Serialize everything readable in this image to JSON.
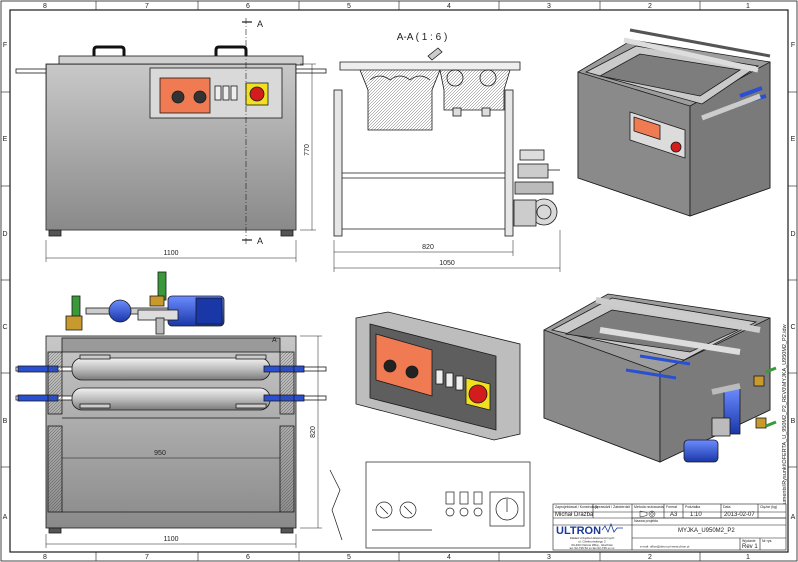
{
  "frame": {
    "top_columns": [
      "8",
      "7",
      "6",
      "5",
      "4",
      "3",
      "2",
      "1"
    ],
    "bottom_columns": [
      "8",
      "7",
      "6",
      "5",
      "4",
      "3",
      "2",
      "1"
    ],
    "rows_left": [
      "F",
      "E",
      "D",
      "C",
      "B",
      "A"
    ],
    "rows_right": [
      "F",
      "E",
      "D",
      "C",
      "B",
      "A"
    ],
    "side_path": "C:\\Users\\Dell\\Documents\\Rysunki\\OFERTA_U_950M2_P2_REV0\\MYJKA_U950M2_P2.idw"
  },
  "front_view": {
    "dimensions": {
      "width": "1100",
      "height": "770"
    },
    "section_marker": "A"
  },
  "section_view": {
    "title": "A-A ( 1 : 6 )",
    "dimensions": {
      "inner": "820",
      "outer": "1050"
    }
  },
  "top_view": {
    "dimensions": {
      "inner": "950",
      "outer": "1100",
      "depth": "820"
    },
    "marker": "A"
  },
  "title_block": {
    "labels": {
      "designed": "Zaprojektował / Konstrukcja",
      "checked": "Sprawdził / Zatwierdził",
      "projection_method": "Metoda rzutowania",
      "format": "Format",
      "scale": "Podziałka",
      "date": "Data",
      "mass": "Ciężar (kg)",
      "project_name": "Nazwa projektu",
      "sheet": "Arkusz",
      "revision_label": "Wydanie",
      "no": "Nr rys."
    },
    "designer": "Michał Drazba",
    "format": "A3",
    "scale": "1:10",
    "date": "2013-02-07",
    "drawing_name": "MYJKA_U950M2_P2",
    "revision": "Rev 1",
    "company": {
      "logo": "ULTRON",
      "line1": "Zakład Urządzeń Elektronicznych",
      "line2": "ul. Chełmońskiego 3",
      "line3": "63-400 Ostrów Wlkp., Głuchów",
      "line4": "tel. 62-736 52 xx  fax 62-736 xx xx",
      "line5": "e-mail: office@ultron.pl   www.ultron.pl"
    }
  },
  "colors": {
    "line": "#1a1a1a",
    "panel_orange": "#f07a52",
    "steel": "#a8a8a8",
    "steel_dark": "#6e6e6e",
    "motor_blue": "#2a4fd0",
    "valve_green": "#3a9a3a",
    "brass": "#c89a2e",
    "red_switch": "#d31d1d"
  }
}
